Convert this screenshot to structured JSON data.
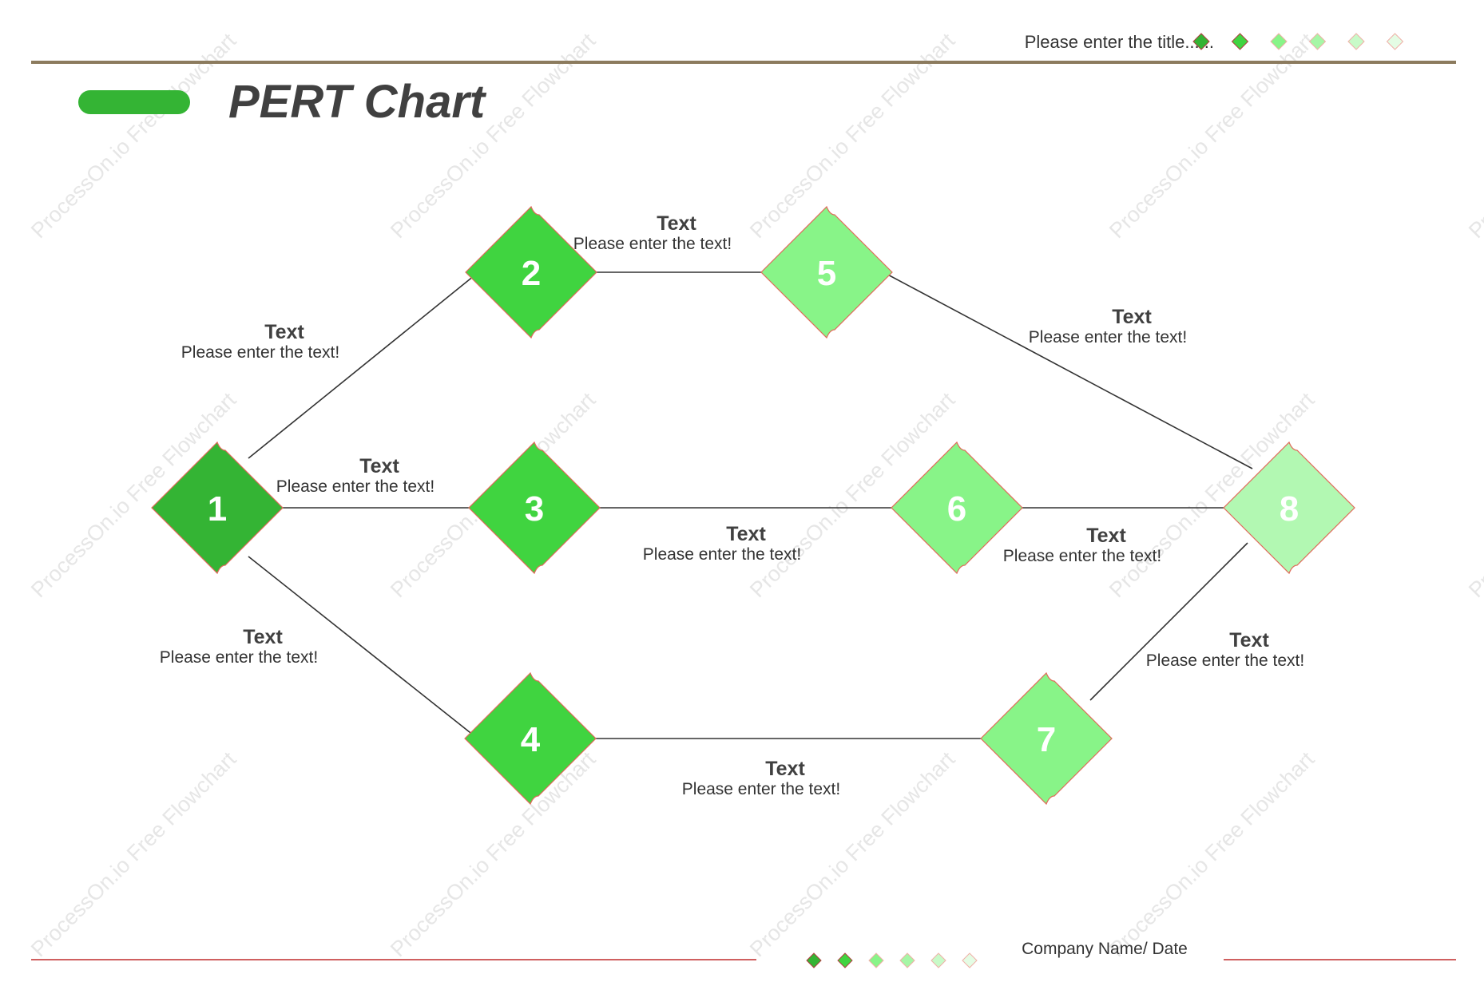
{
  "header": {
    "title": "Please enter the title......"
  },
  "page_title": "PERT Chart",
  "footer": {
    "company_date": "Company Name/ Date"
  },
  "watermark_text": "ProcessOn.io Free Flowchart",
  "colors": {
    "dark_green": "#34b434",
    "green": "#40d440",
    "light_green": "#88f488",
    "pale_green": "#b2f8b2",
    "rule_brown": "#8c7b5e",
    "footer_red": "#d06060",
    "edge": "#333333"
  },
  "nodes": [
    {
      "id": "1",
      "label": "1",
      "color": "#34b434"
    },
    {
      "id": "2",
      "label": "2",
      "color": "#40d440"
    },
    {
      "id": "3",
      "label": "3",
      "color": "#40d440"
    },
    {
      "id": "4",
      "label": "4",
      "color": "#40d440"
    },
    {
      "id": "5",
      "label": "5",
      "color": "#88f488"
    },
    {
      "id": "6",
      "label": "6",
      "color": "#88f488"
    },
    {
      "id": "7",
      "label": "7",
      "color": "#88f488"
    },
    {
      "id": "8",
      "label": "8",
      "color": "#b2f8b2"
    }
  ],
  "edges": [
    {
      "from": "1",
      "to": "2",
      "title": "Text",
      "text": "Please enter the text!"
    },
    {
      "from": "1",
      "to": "3",
      "title": "Text",
      "text": "Please enter the text!"
    },
    {
      "from": "1",
      "to": "4",
      "title": "Text",
      "text": "Please enter the text!"
    },
    {
      "from": "2",
      "to": "5",
      "title": "Text",
      "text": "Please enter the text!"
    },
    {
      "from": "3",
      "to": "6",
      "title": "Text",
      "text": "Please enter the text!"
    },
    {
      "from": "4",
      "to": "7",
      "title": "Text",
      "text": "Please enter the text!"
    },
    {
      "from": "5",
      "to": "8",
      "title": "Text",
      "text": "Please enter the text!"
    },
    {
      "from": "6",
      "to": "8",
      "title": "Text",
      "text": "Please enter the text!"
    },
    {
      "from": "7",
      "to": "8",
      "title": "Text",
      "text": "Please enter the text!"
    }
  ],
  "legend_colors": [
    "#34b434",
    "#40d440",
    "#88f488",
    "#a6f6a6",
    "#c8fac8",
    "#e4fce4"
  ]
}
